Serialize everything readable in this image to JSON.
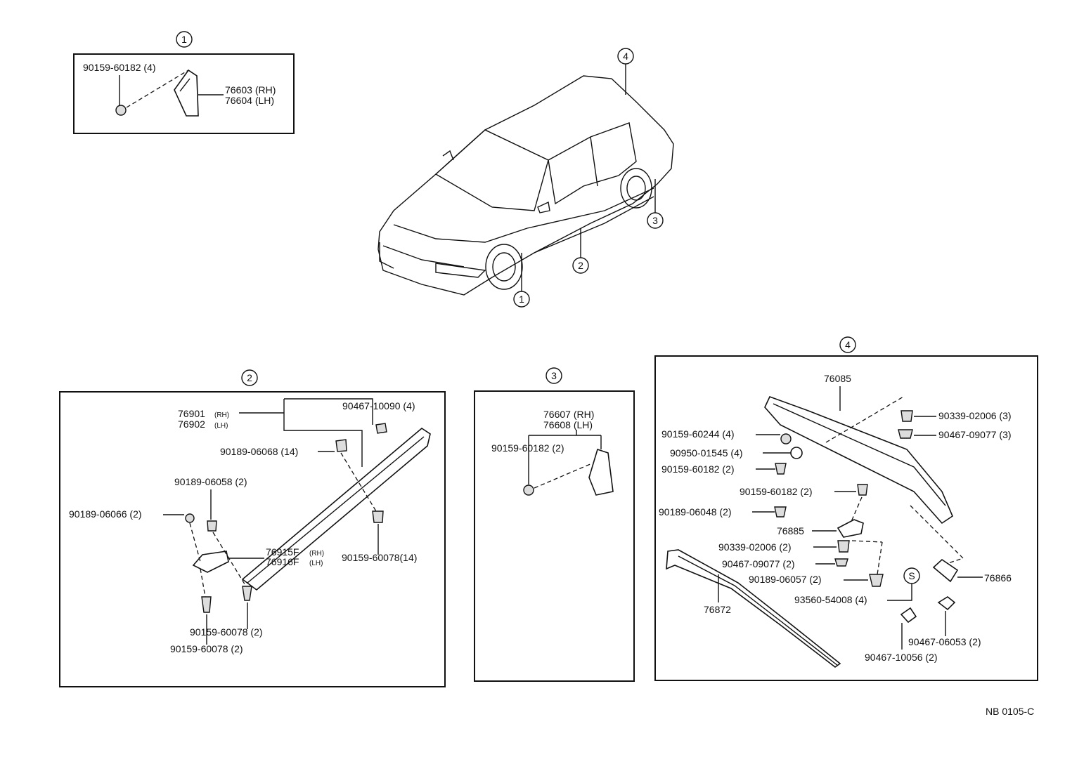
{
  "callouts": {
    "c1": "1",
    "c2": "2",
    "c3": "3",
    "c4": "4"
  },
  "section1": {
    "header": "1",
    "bolt_label": "90159-60182 (4)",
    "part_label_rh": "76603 (RH)",
    "part_label_lh": "76604 (LH)"
  },
  "section2": {
    "header": "2",
    "molding_rh": "76901",
    "molding_rh_side": "(RH)",
    "molding_lh": "76902",
    "molding_lh_side": "(LH)",
    "clip_a": "90467-10090 (4)",
    "clip_b": "90189-06068 (14)",
    "clip_c": "90189-06058 (2)",
    "clip_d": "90189-06066 (2)",
    "end_rh": "76915F",
    "end_rh_side": "(RH)",
    "end_lh": "76916F",
    "end_lh_side": "(LH)",
    "screw_a": "90159-60078(14)",
    "screw_b": "90159-60078 (2)",
    "screw_c": "90159-60078 (2)"
  },
  "section3": {
    "header": "3",
    "part_rh": "76607 (RH)",
    "part_lh": "76608 (LH)",
    "bolt_label": "90159-60182 (2)"
  },
  "section4": {
    "header": "4",
    "spoiler": "76085",
    "l1": "90339-02006 (3)",
    "l2": "90467-09077 (3)",
    "l3": "90159-60244 (4)",
    "l4": "90950-01545 (4)",
    "l5": "90159-60182 (2)",
    "l6": "90159-60182 (2)",
    "l7": "90189-06048 (2)",
    "l8": "76885",
    "l9": "90339-02006 (2)",
    "l10": "90467-09077 (2)",
    "l11": "90189-06057 (2)",
    "l12": "93560-54008 (4)",
    "l13": "76866",
    "l14": "76872",
    "l15": "90467-06053 (2)",
    "l16": "90467-10056 (2)",
    "s_mark": "S"
  },
  "footer": {
    "code": "NB 0105-C"
  }
}
